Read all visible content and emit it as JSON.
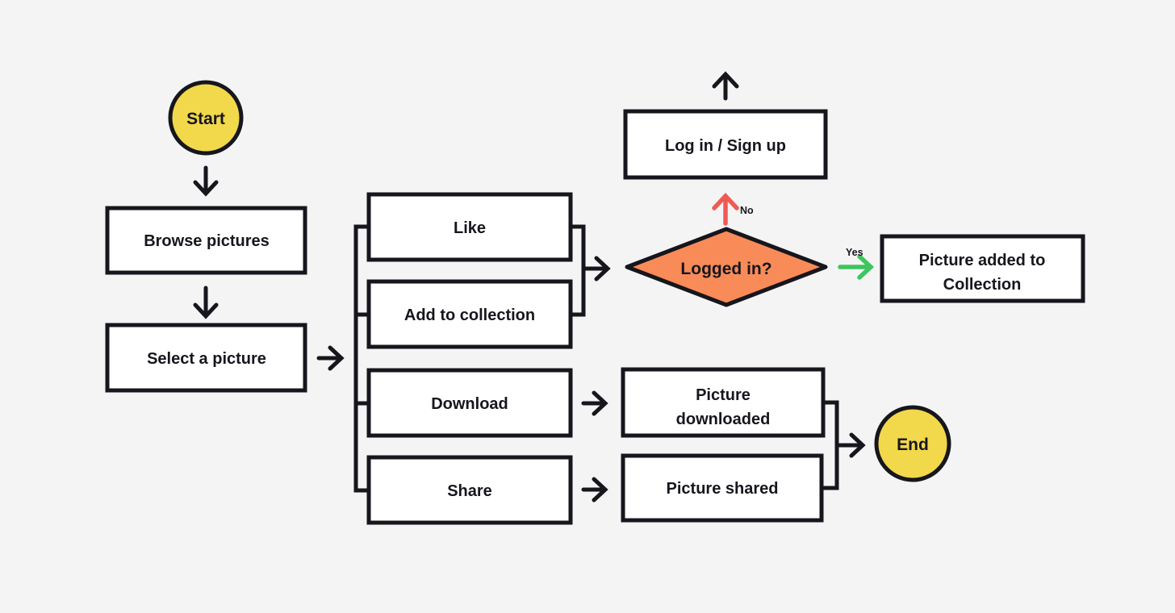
{
  "diagram": {
    "type": "flowchart",
    "description": "User flow for browsing, liking, collecting, downloading and sharing pictures"
  },
  "colors": {
    "background": "#F4F4F5",
    "ink": "#16161D",
    "node_fill": "#FFFFFF",
    "terminal_fill": "#F2D84B",
    "decision_fill": "#F98B58",
    "no_arrow": "#EF5B54",
    "yes_arrow": "#3EC55C"
  },
  "nodes": {
    "start": {
      "type": "terminal",
      "label": "Start"
    },
    "browse": {
      "type": "process",
      "label": "Browse pictures"
    },
    "select": {
      "type": "process",
      "label": "Select a picture"
    },
    "like": {
      "type": "process",
      "label": "Like"
    },
    "add_to_collection": {
      "type": "process",
      "label": "Add to collection"
    },
    "download": {
      "type": "process",
      "label": "Download"
    },
    "share": {
      "type": "process",
      "label": "Share"
    },
    "logged_in": {
      "type": "decision",
      "label": "Logged in?"
    },
    "login_signup": {
      "type": "process",
      "label": "Log in / Sign up"
    },
    "picture_added": {
      "type": "process",
      "label": "Picture added to Collection",
      "lines": [
        "Picture added to",
        "Collection"
      ]
    },
    "picture_downloaded": {
      "type": "process",
      "label": "Picture downloaded",
      "lines": [
        "Picture",
        "downloaded"
      ]
    },
    "picture_shared": {
      "type": "process",
      "label": "Picture shared"
    },
    "end": {
      "type": "terminal",
      "label": "End"
    }
  },
  "edge_labels": {
    "yes": "Yes",
    "no": "No"
  },
  "edges": [
    {
      "from": "Start",
      "to": "Browse pictures",
      "label": ""
    },
    {
      "from": "Browse pictures",
      "to": "Select a picture",
      "label": ""
    },
    {
      "from": "Select a picture",
      "to": "Like; Add to collection; Download; Share",
      "label": ""
    },
    {
      "from": "Like; Add to collection",
      "to": "Logged in?",
      "label": ""
    },
    {
      "from": "Logged in?",
      "to": "Log in / Sign up",
      "label": "No"
    },
    {
      "from": "Logged in?",
      "to": "Picture added to Collection",
      "label": "Yes"
    },
    {
      "from": "Log in / Sign up",
      "to": "up (off flow)",
      "label": ""
    },
    {
      "from": "Download",
      "to": "Picture downloaded",
      "label": ""
    },
    {
      "from": "Share",
      "to": "Picture shared",
      "label": ""
    },
    {
      "from": "Picture downloaded; Picture shared",
      "to": "End",
      "label": ""
    }
  ]
}
